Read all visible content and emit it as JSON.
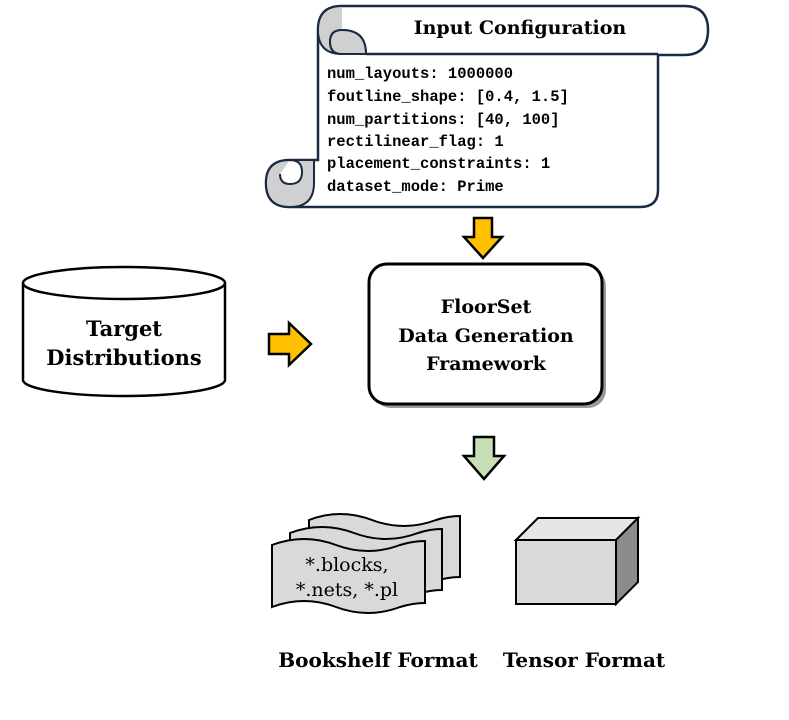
{
  "input_config": {
    "title": "Input Configuration",
    "lines": [
      "num_layouts: 1000000",
      "foutline_shape: [0.4, 1.5]",
      "num_partitions: [40, 100]",
      "rectilinear_flag: 1",
      "placement_constraints: 1",
      "dataset_mode: Prime"
    ]
  },
  "target": {
    "line1": "Target",
    "line2": "Distributions"
  },
  "framework": {
    "line1": "FloorSet",
    "line2": "Data Generation",
    "line3": "Framework"
  },
  "bookshelf": {
    "line1": "*.blocks,",
    "line2": "*.nets, *.pl",
    "caption": "Bookshelf Format"
  },
  "tensor": {
    "caption": "Tensor Format"
  },
  "colors": {
    "scroll_fill": "#ffffff",
    "scroll_curl": "#d0d0d0",
    "stroke": "#1a2a44",
    "arrow_yellow": "#ffc000",
    "arrow_green": "#c6dfb4",
    "box_gray": "#d9d9d9",
    "box_side": "#8c8c8c"
  }
}
